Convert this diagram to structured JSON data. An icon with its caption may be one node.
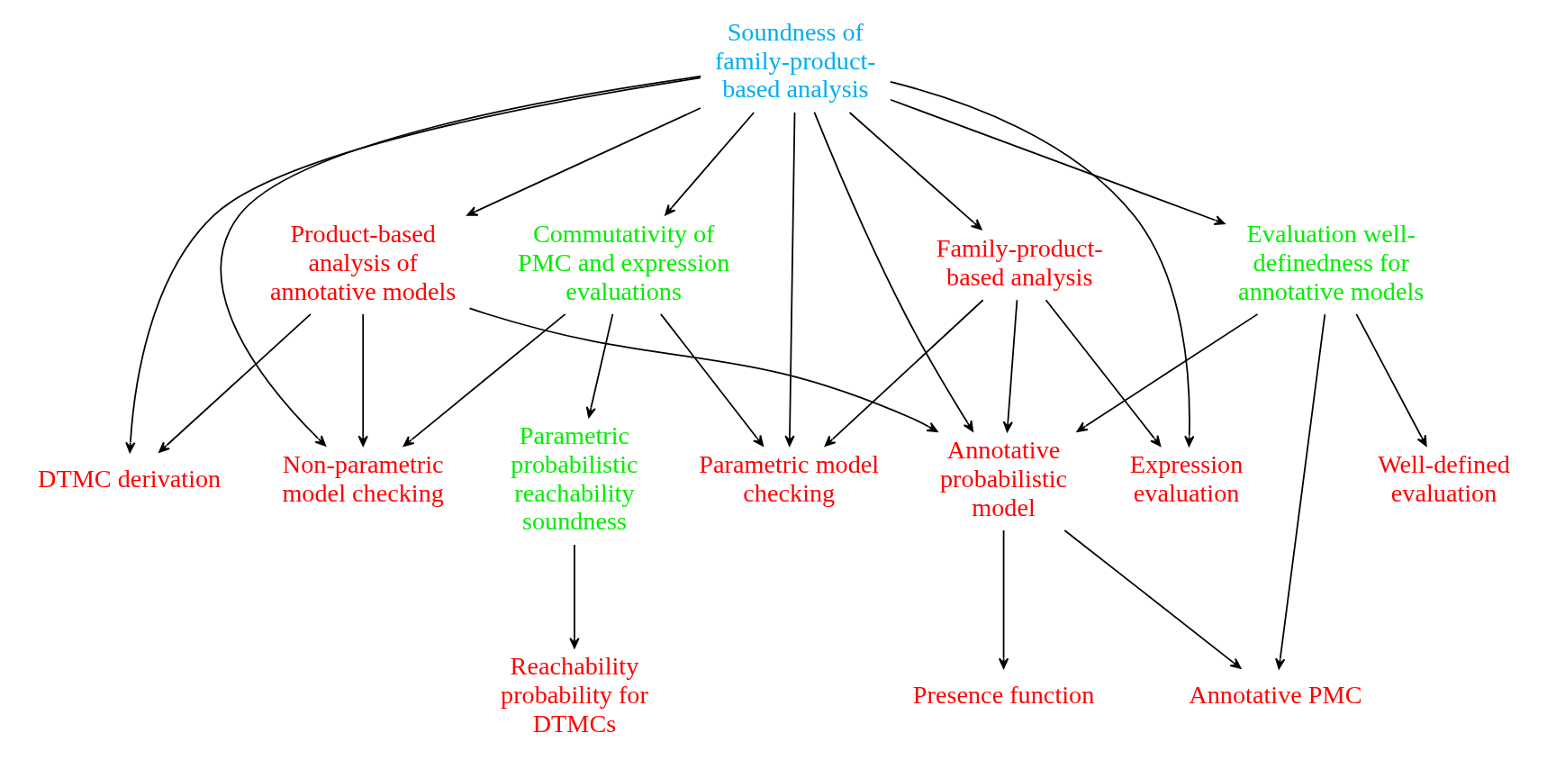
{
  "diagram": {
    "nodes": [
      {
        "text": [
          "Soundness of family-product-based analysis"
        ]
      },
      {
        "text": [
          "Product-based analysis of annotative models"
        ]
      },
      {
        "text": [
          "Commutativity of PMC and expression evaluations"
        ]
      },
      {
        "text": [
          "Family-product-based analysis"
        ]
      },
      {
        "text": [
          "Evaluation well-definedness for annotative models"
        ]
      },
      {
        "text": [
          "DTMC derivation"
        ]
      },
      {
        "text": [
          "Non-parametric model checking"
        ]
      },
      {
        "text": [
          "Parametric probabilistic reachability soundness"
        ]
      },
      {
        "text": [
          "Parametric model checking"
        ]
      },
      {
        "text": [
          "Annotative probabilistic model"
        ]
      },
      {
        "text": [
          "Expression evaluation"
        ]
      },
      {
        "text": [
          "Well-defined evaluation"
        ]
      },
      {
        "text": [
          "Reachability probability for DTMCs"
        ]
      },
      {
        "text": [
          "Presence function"
        ]
      },
      {
        "text": [
          "Annotative PMC"
        ]
      }
    ],
    "edges": [
      {
        "from": 0,
        "to": 5,
        "arrow": "to"
      },
      {
        "from": 0,
        "to": 1,
        "arrow": "to"
      },
      {
        "from": 0,
        "to": 6,
        "arrow": "to"
      },
      {
        "from": 0,
        "to": 2,
        "arrow": "to"
      },
      {
        "from": 0,
        "to": 8,
        "arrow": "to"
      },
      {
        "from": 0,
        "to": 3,
        "arrow": "to"
      },
      {
        "from": 0,
        "to": 9,
        "arrow": "to"
      },
      {
        "from": 0,
        "to": 10,
        "arrow": "to"
      },
      {
        "from": 0,
        "to": 4,
        "arrow": "to"
      },
      {
        "from": 1,
        "to": 5,
        "arrow": "to"
      },
      {
        "from": 1,
        "to": 6,
        "arrow": "to"
      },
      {
        "from": 1,
        "to": 9,
        "arrow": "to"
      },
      {
        "from": 2,
        "to": 6,
        "arrow": "to"
      },
      {
        "from": 2,
        "to": 7,
        "arrow": "to"
      },
      {
        "from": 2,
        "to": 8,
        "arrow": "to"
      },
      {
        "from": 3,
        "to": 8,
        "arrow": "to"
      },
      {
        "from": 3,
        "to": 9,
        "arrow": "to"
      },
      {
        "from": 3,
        "to": 10,
        "arrow": "to"
      },
      {
        "from": 4,
        "to": 9,
        "arrow": "to"
      },
      {
        "from": 4,
        "to": 11,
        "arrow": "to"
      },
      {
        "from": 4,
        "to": 14,
        "arrow": "to"
      },
      {
        "from": 7,
        "to": 12,
        "arrow": "to"
      },
      {
        "from": 9,
        "to": 13,
        "arrow": "to"
      },
      {
        "from": 9,
        "to": 14,
        "arrow": "to"
      }
    ]
  }
}
